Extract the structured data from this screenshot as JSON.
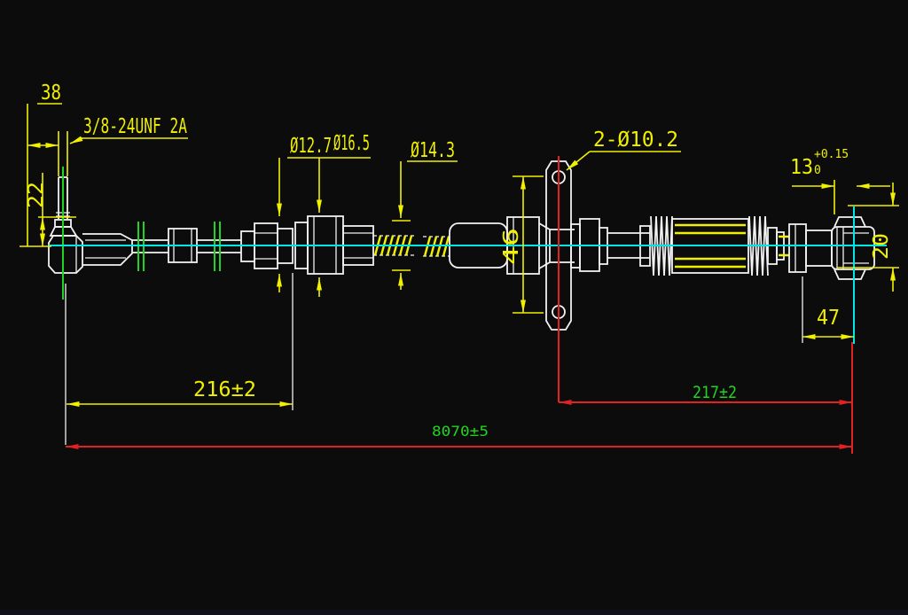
{
  "drawing": {
    "kind": "cad-cable-assembly-drawing",
    "colors": {
      "background": "#0c0c0c",
      "part_outline": "#f2f2f2",
      "dimension_yellow": "#f0f000",
      "centerline_cyan": "#00e6e6",
      "auxiliary_green": "#21d421",
      "overall_red": "#e02222"
    },
    "dims": {
      "stud_length": "38",
      "thread_spec": "3/8-24UNF 2A",
      "stud_height": "22",
      "hex_diameter": "Ø12.7",
      "coupler_diameter": "Ø16.5",
      "conduit_diameter": "Ø14.3",
      "flange_holes": "2-Ø10.2",
      "hole_spacing": "46",
      "ball_offset_value": "13",
      "ball_offset_tol_upper": "+0.15",
      "ball_offset_tol_lower": "0",
      "rod_end_width": "20",
      "rod_end_length": "47",
      "left_section": "216±2",
      "right_section": "217±2",
      "overall": "8070±5"
    }
  }
}
